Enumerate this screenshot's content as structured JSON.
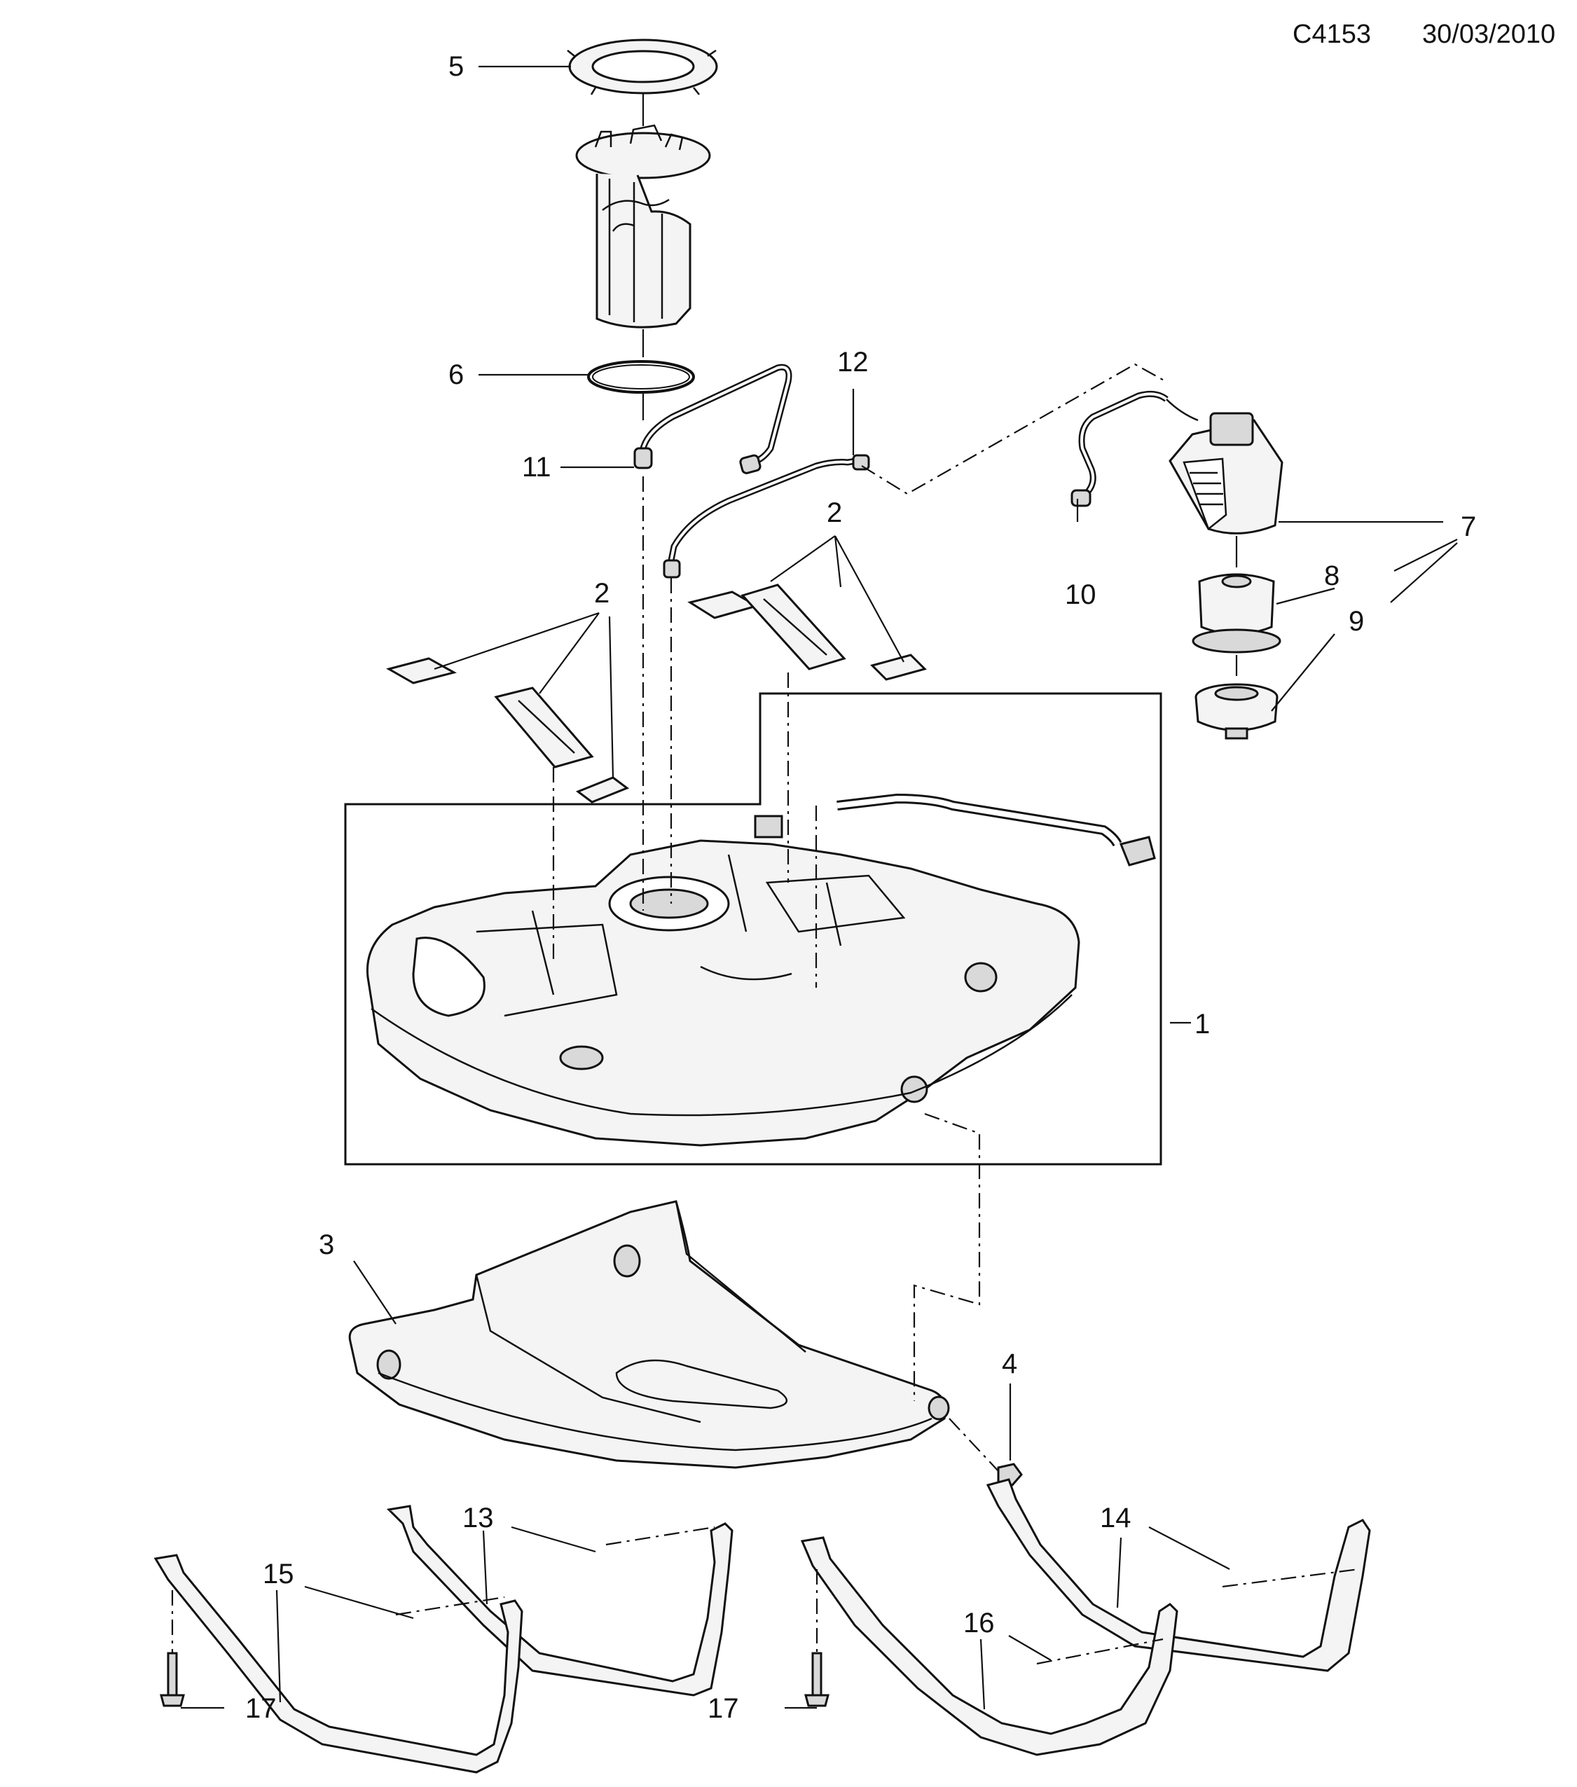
{
  "header": {
    "drawing_code": "C4153",
    "date": "30/03/2010"
  },
  "callouts": {
    "c1": "1",
    "c2a": "2",
    "c2b": "2",
    "c3": "3",
    "c4": "4",
    "c5": "5",
    "c6": "6",
    "c7": "7",
    "c8": "8",
    "c9": "9",
    "c10": "10",
    "c11": "11",
    "c12": "12",
    "c13": "13",
    "c14": "14",
    "c15": "15",
    "c16": "16",
    "c17a": "17",
    "c17b": "17"
  }
}
